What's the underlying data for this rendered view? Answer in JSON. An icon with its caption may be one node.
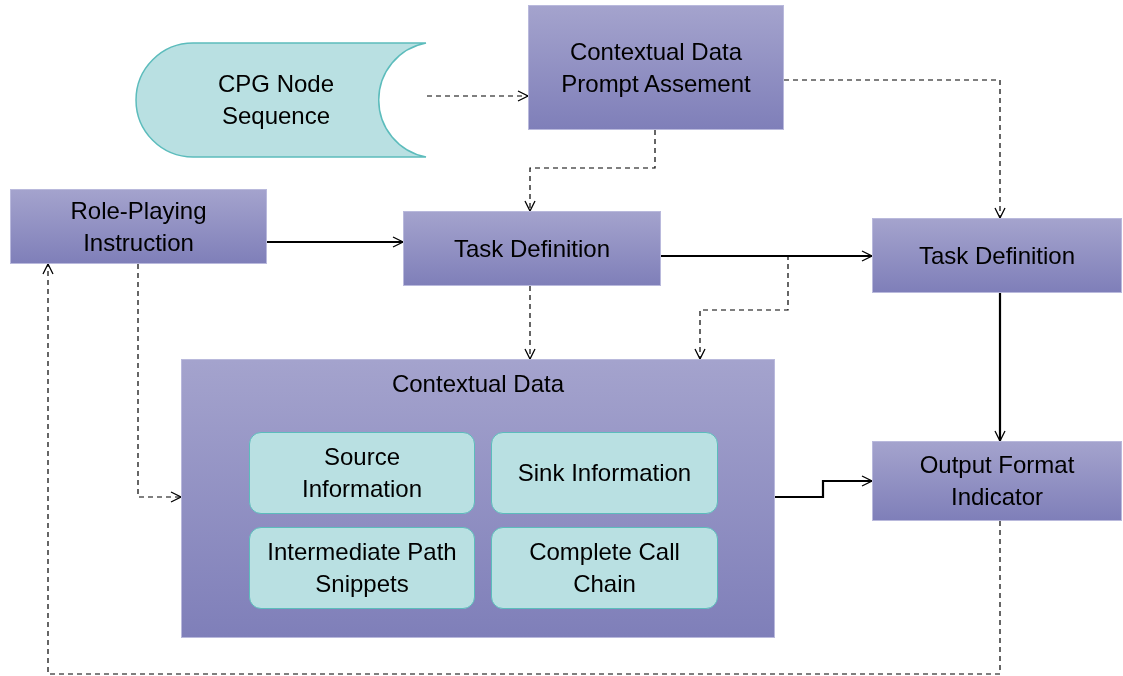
{
  "diagram": {
    "nodes": [
      {
        "text": [
          "CPG Node Sequence"
        ]
      },
      {
        "text": [
          "Contextual Data Prompt Assement"
        ]
      },
      {
        "text": [
          "Role-Playing Instruction"
        ]
      },
      {
        "text": [
          "Task Definition"
        ]
      },
      {
        "text": [
          "Task Definition"
        ]
      },
      {
        "text": [
          "Contextual Data"
        ]
      },
      {
        "text": [
          "Source Information"
        ],
        "in": 5
      },
      {
        "text": [
          "Sink Information"
        ],
        "in": 5
      },
      {
        "text": [
          "Intermediate Path Snippets"
        ],
        "in": 5
      },
      {
        "text": [
          "Complete Call Chain"
        ],
        "in": 5
      },
      {
        "text": [
          "Output Format Indicator"
        ]
      }
    ],
    "edges": [
      {
        "from": 0,
        "to": 1,
        "arrow": "to",
        "style": "dashed"
      },
      {
        "from": 1,
        "to": 3,
        "arrow": "to",
        "style": "dashed"
      },
      {
        "from": 1,
        "to": 4,
        "arrow": "to",
        "style": "dashed"
      },
      {
        "from": 2,
        "to": 3,
        "arrow": "to"
      },
      {
        "from": 3,
        "to": 4,
        "arrow": "to"
      },
      {
        "from": 3,
        "to": 5,
        "arrow": "to",
        "style": "dashed"
      },
      {
        "from": 3,
        "to": 5,
        "arrow": "to",
        "style": "dashed"
      },
      {
        "from": 2,
        "to": 5,
        "arrow": "to",
        "style": "dashed"
      },
      {
        "from": 4,
        "to": 10,
        "arrow": "to"
      },
      {
        "from": 5,
        "to": 10,
        "arrow": "to"
      },
      {
        "from": 10,
        "to": 2,
        "arrow": "to",
        "style": "dashed"
      }
    ]
  }
}
